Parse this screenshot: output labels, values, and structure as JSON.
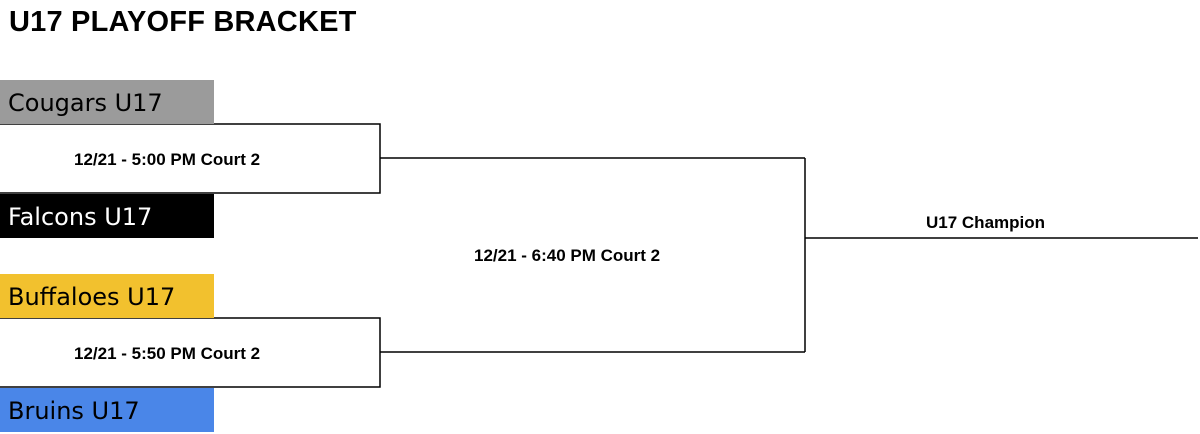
{
  "title": "U17 PLAYOFF BRACKET",
  "teams": [
    {
      "name": "Cougars U17",
      "bg": "#9b9b9b",
      "fg": "#000000"
    },
    {
      "name": "Falcons U17",
      "bg": "#000000",
      "fg": "#ffffff"
    },
    {
      "name": "Buffaloes U17",
      "bg": "#f2c12e",
      "fg": "#000000"
    },
    {
      "name": "Bruins U17",
      "bg": "#4a86e8",
      "fg": "#000000"
    }
  ],
  "games": {
    "semi1": "12/21 - 5:00 PM Court 2",
    "semi2": "12/21 - 5:50 PM Court 2",
    "final": "12/21 - 6:40 PM Court 2"
  },
  "champion_label": "U17 Champion"
}
